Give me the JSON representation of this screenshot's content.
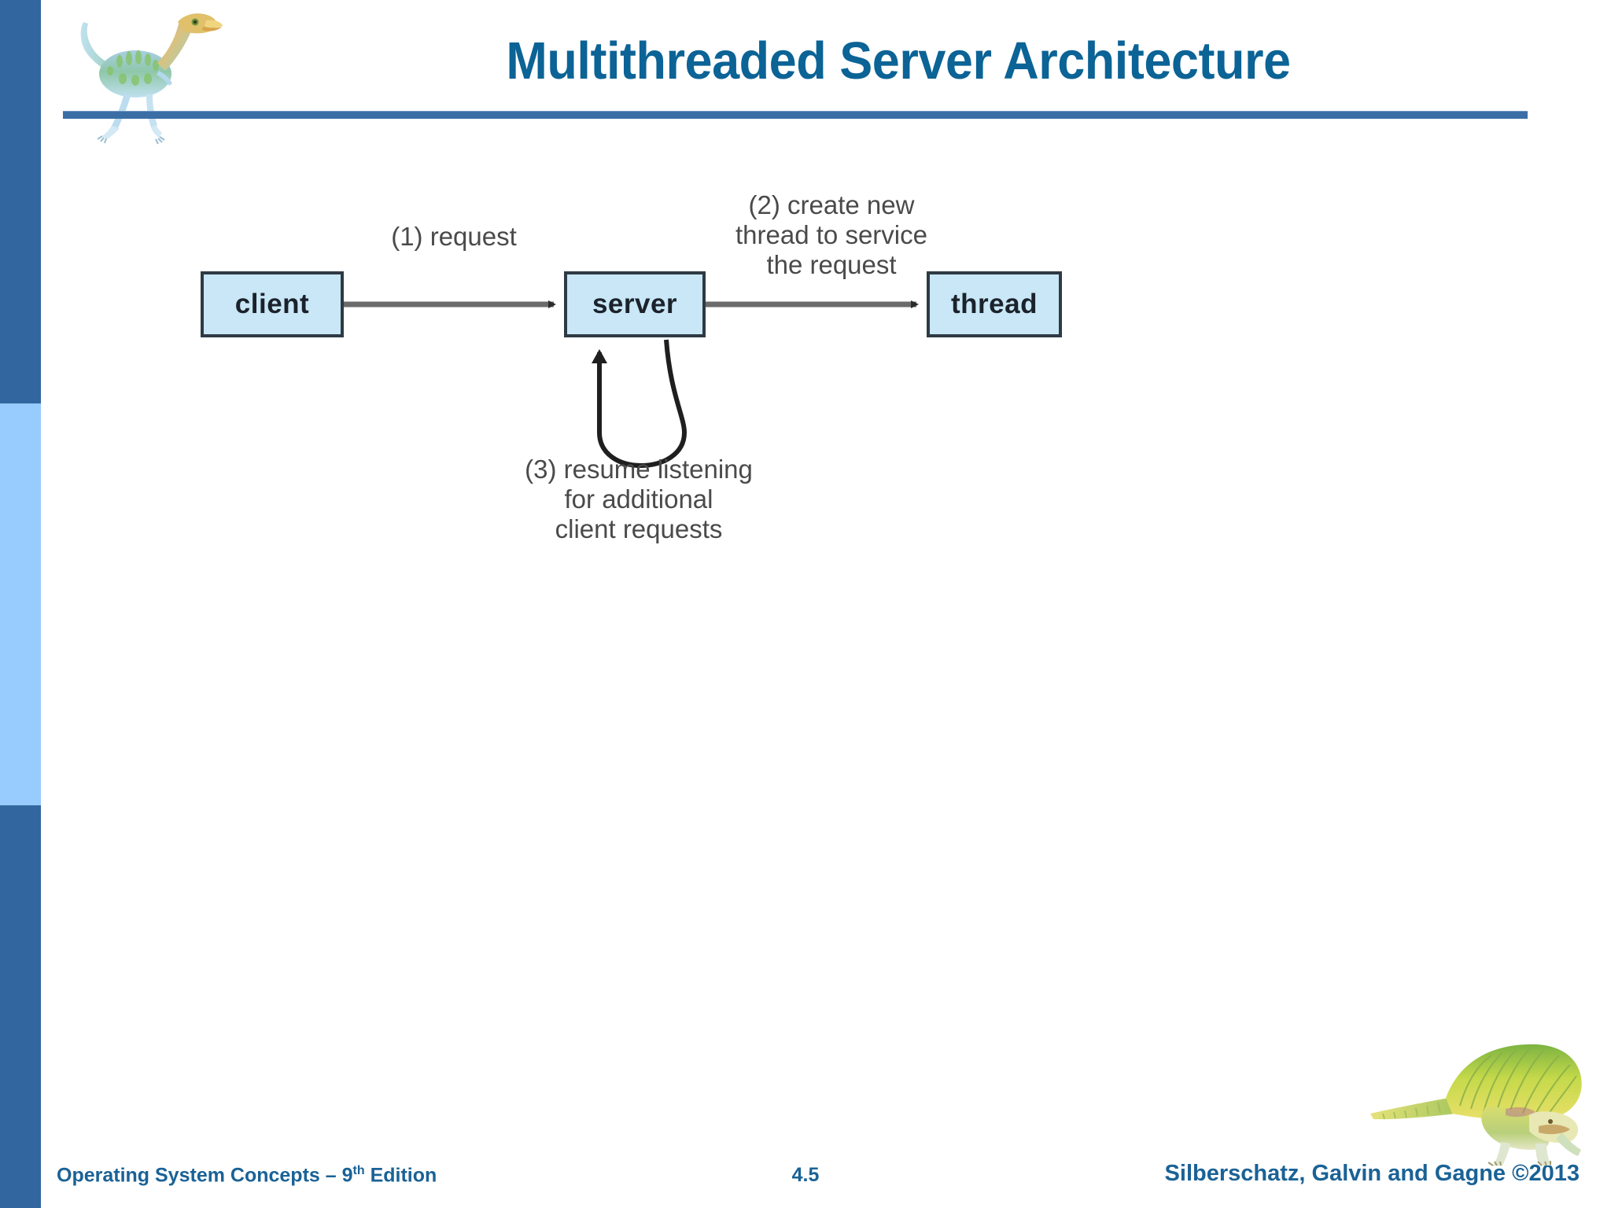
{
  "slide": {
    "title": "Multithreaded Server Architecture",
    "accent_color": "#0b6396",
    "rule_color": "#3a6ea5",
    "sidebar_dark_color": "#31679e",
    "sidebar_light_color": "#98cbfe",
    "background_color": "#ffffff"
  },
  "decor": {
    "header_dino_name": "dinosaur-illustration-gallimimus",
    "footer_dino_name": "dinosaur-illustration-dimetrodon"
  },
  "diagram": {
    "type": "flow-diagram",
    "node_fill_color": "#c9e7f6",
    "node_border_color": "#2e3a44",
    "arrow_color": "#6b6b6b",
    "loop_arrow_color": "#2b2b2b",
    "nodes": [
      {
        "id": "client",
        "label": "client"
      },
      {
        "id": "server",
        "label": "server"
      },
      {
        "id": "thread",
        "label": "thread"
      }
    ],
    "edges": [
      {
        "id": "client-to-server",
        "from": "client",
        "to": "server",
        "label": "(1) request"
      },
      {
        "id": "server-to-thread",
        "from": "server",
        "to": "thread",
        "label": "(2) create new\nthread to service\nthe request"
      },
      {
        "id": "server-self-loop",
        "from": "server",
        "to": "server",
        "label": "(3) resume listening\nfor additional\nclient requests"
      }
    ]
  },
  "footer": {
    "left_text_before_sup": "Operating System Concepts – 9",
    "left_sup": "th",
    "left_text_after_sup": " Edition",
    "slide_number": "4.5",
    "copyright": "Silberschatz, Galvin and Gagne ©2013",
    "text_color": "#1a6296"
  }
}
